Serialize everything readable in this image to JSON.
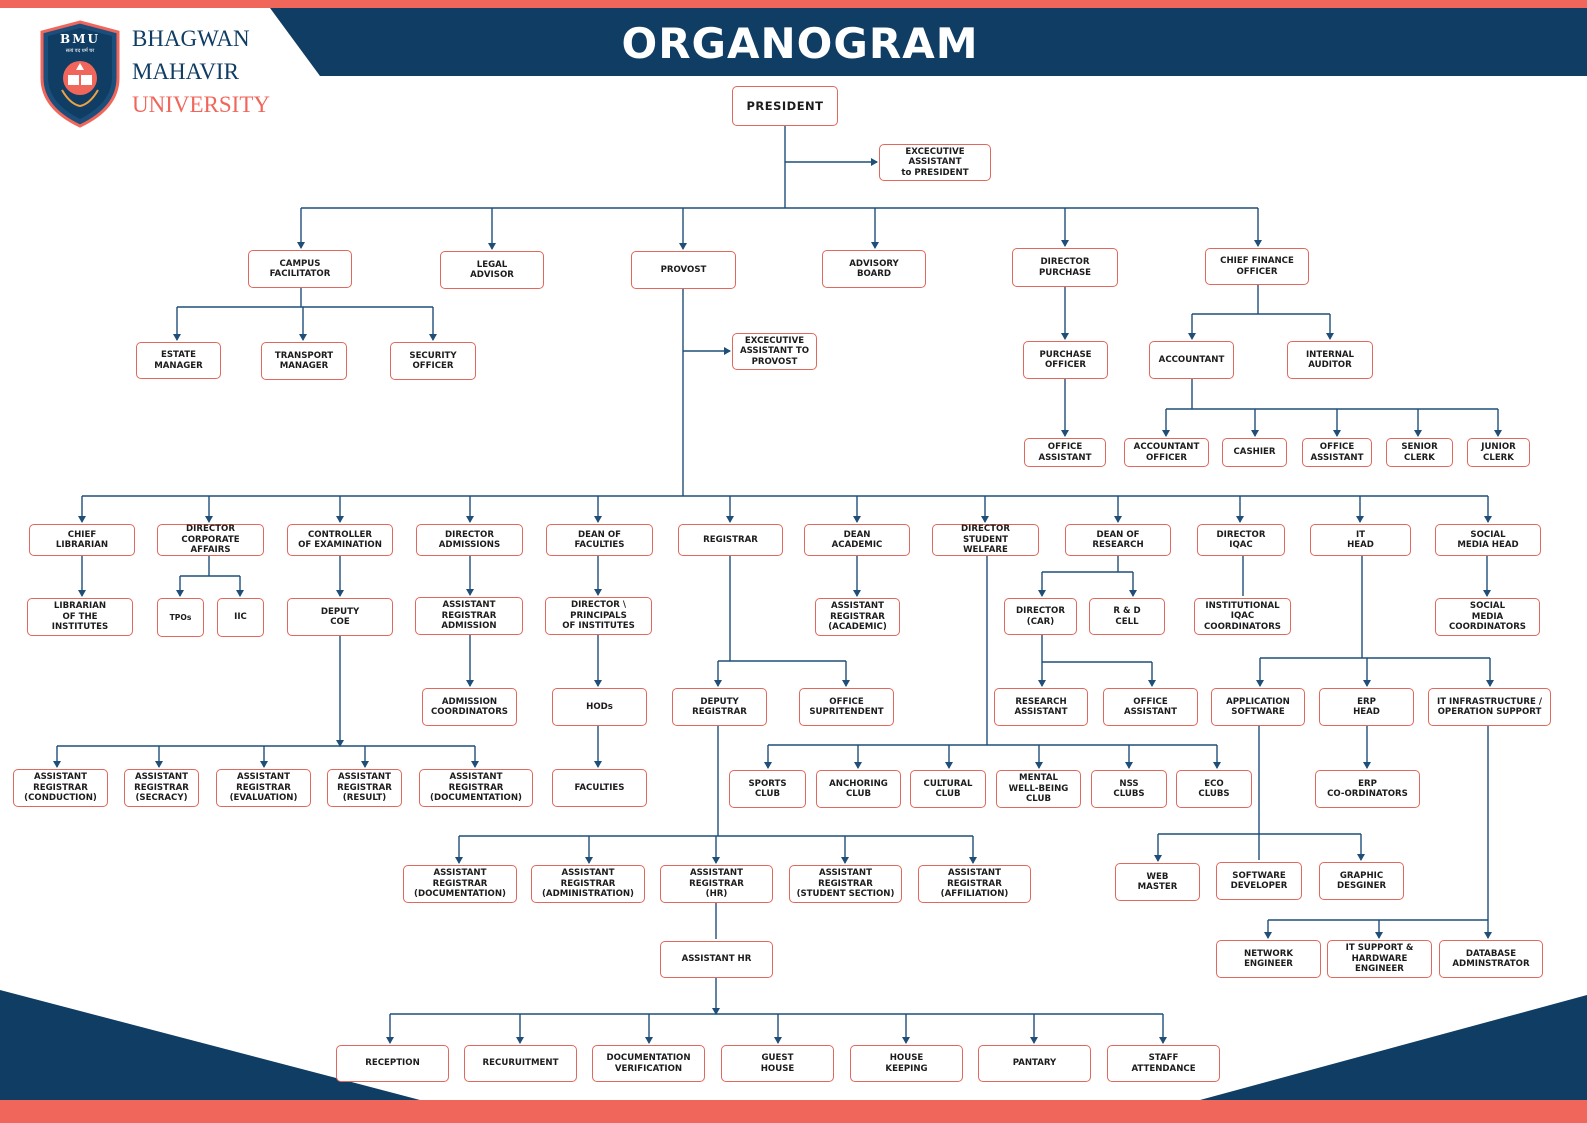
{
  "header": {
    "title": "ORGANOGRAM"
  },
  "logo": {
    "abbr": "BMU",
    "motto": "सत्यं वद धर्मं चर",
    "line1": "BHAGWAN",
    "line2": "MAHAVIR",
    "line3": "UNIVERSITY"
  },
  "colors": {
    "navy": "#0f3d63",
    "coral": "#f0665a",
    "node_border": "#e0685c",
    "line": "#1f4e79"
  },
  "nodes": {
    "president": "PRESIDENT",
    "exec_pres": "EXCECUTIVE\nASSISTANT\nto PRESIDENT",
    "campus_facilitator": "CAMPUS\nFACILITATOR",
    "legal_advisor": "LEGAL\nADVISOR",
    "provost": "PROVOST",
    "advisory_board": "ADVISORY\nBOARD",
    "director_purchase": "DIRECTOR\nPURCHASE",
    "cfo": "CHIEF FINANCE\nOFFICER",
    "estate_manager": "ESTATE\nMANAGER",
    "transport_manager": "TRANSPORT\nMANAGER",
    "security_officer": "SECURITY\nOFFICER",
    "exec_provost": "EXCECUTIVE\nASSISTANT TO\nPROVOST",
    "purchase_officer": "PURCHASE\nOFFICER",
    "purchase_office_assistant": "OFFICE\nASSISTANT",
    "accountant": "ACCOUNTANT",
    "internal_auditor": "INTERNAL\nAUDITOR",
    "accountant_officer": "ACCOUNTANT\nOFFICER",
    "cashier": "CASHIER",
    "fin_office_assistant": "OFFICE\nASSISTANT",
    "senior_clerk": "SENIOR\nCLERK",
    "junior_clerk": "JUNIOR\nCLERK",
    "chief_librarian": "CHIEF\nLIBRARIAN",
    "dir_corporate": "DIRECTOR\nCORPORATE\nAFFAIRS",
    "controller_exam": "CONTROLLER\nOF EXAMINATION",
    "dir_admissions": "DIRECTOR\nADMISSIONS",
    "dean_faculties": "DEAN OF\nFACULTIES",
    "registrar": "REGISTRAR",
    "dean_academic": "DEAN\nACADEMIC",
    "dir_student_welfare": "DIRECTOR\nSTUDENT\nWELFARE",
    "dean_research": "DEAN OF\nRESEARCH",
    "dir_iqac": "DIRECTOR\nIQAC",
    "it_head": "IT\nHEAD",
    "social_media_head": "SOCIAL\nMEDIA HEAD",
    "librarian_institutes": "LIBRARIAN\nOF THE\nINSTITUTES",
    "tpos": "TPOs",
    "iic": "IIC",
    "deputy_coe": "DEPUTY\nCOE",
    "ar_admission": "ASSISTANT\nREGISTRAR\nADMISSION",
    "admission_coord": "ADMISSION\nCOORDINATORS",
    "dir_principals": "DIRECTOR \\\nPRINCIPALS\nOF INSTITUTES",
    "hods": "HODs",
    "faculties": "FACULTIES",
    "ar_academic": "ASSISTANT\nREGISTRAR\n(ACADEMIC)",
    "dir_car": "DIRECTOR\n(CAR)",
    "rd_cell": "R & D\nCELL",
    "research_assistant": "RESEARCH\nASSISTANT",
    "research_office_assistant": "OFFICE\nASSISTANT",
    "iqac_coord": "INSTITUTIONAL\nIQAC\nCOORDINATORS",
    "social_media_coord": "SOCIAL\nMEDIA\nCOORDINATORS",
    "ar_conduction": "ASSISTANT\nREGISTRAR\n(CONDUCTION)",
    "ar_secracy": "ASSISTANT\nREGISTRAR\n(SECRACY)",
    "ar_evaluation": "ASSISTANT\nREGISTRAR\n(EVALUATION)",
    "ar_result": "ASSISTANT\nREGISTRAR\n(RESULT)",
    "ar_documentation_exam": "ASSISTANT\nREGISTRAR\n(DOCUMENTATION)",
    "deputy_registrar": "DEPUTY\nREGISTRAR",
    "office_supritendent": "OFFICE\nSUPRITENDENT",
    "sports_club": "SPORTS\nCLUB",
    "anchoring_club": "ANCHORING\nCLUB",
    "cultural_club": "CULTURAL\nCLUB",
    "mental_club": "MENTAL\nWELL-BEING\nCLUB",
    "nss_clubs": "NSS\nCLUBS",
    "eco_clubs": "ECO\nCLUBS",
    "app_software": "APPLICATION\nSOFTWARE",
    "erp_head": "ERP\nHEAD",
    "it_infra": "IT INFRASTRUCTURE /\nOPERATION SUPPORT",
    "erp_coord": "ERP\nCO-ORDINATORS",
    "web_master": "WEB\nMASTER",
    "software_developer": "SOFTWARE\nDEVELOPER",
    "graphic_designer": "GRAPHIC\nDESGINER",
    "ar_documentation_reg": "ASSISTANT\nREGISTRAR\n(DOCUMENTATION)",
    "ar_administration": "ASSISTANT\nREGISTRAR\n(ADMINISTRATION)",
    "ar_hr": "ASSISTANT\nREGISTRAR\n(HR)",
    "ar_student_section": "ASSISTANT\nREGISTRAR\n(STUDENT SECTION)",
    "ar_affiliation": "ASSISTANT\nREGISTRAR\n(AFFILIATION)",
    "network_engineer": "NETWORK\nENGINEER",
    "it_support": "IT SUPPORT &\nHARDWARE\nENGINEER",
    "database_admin": "DATABASE\nADMINSTRATOR",
    "assistant_hr": "ASSISTANT HR",
    "reception": "RECEPTION",
    "recruitment": "RECURUITMENT",
    "doc_verification": "DOCUMENTATION\nVERIFICATION",
    "guest_house": "GUEST\nHOUSE",
    "house_keeping": "HOUSE\nKEEPING",
    "pantary": "PANTARY",
    "staff_attendance": "STAFF\nATTENDANCE"
  }
}
